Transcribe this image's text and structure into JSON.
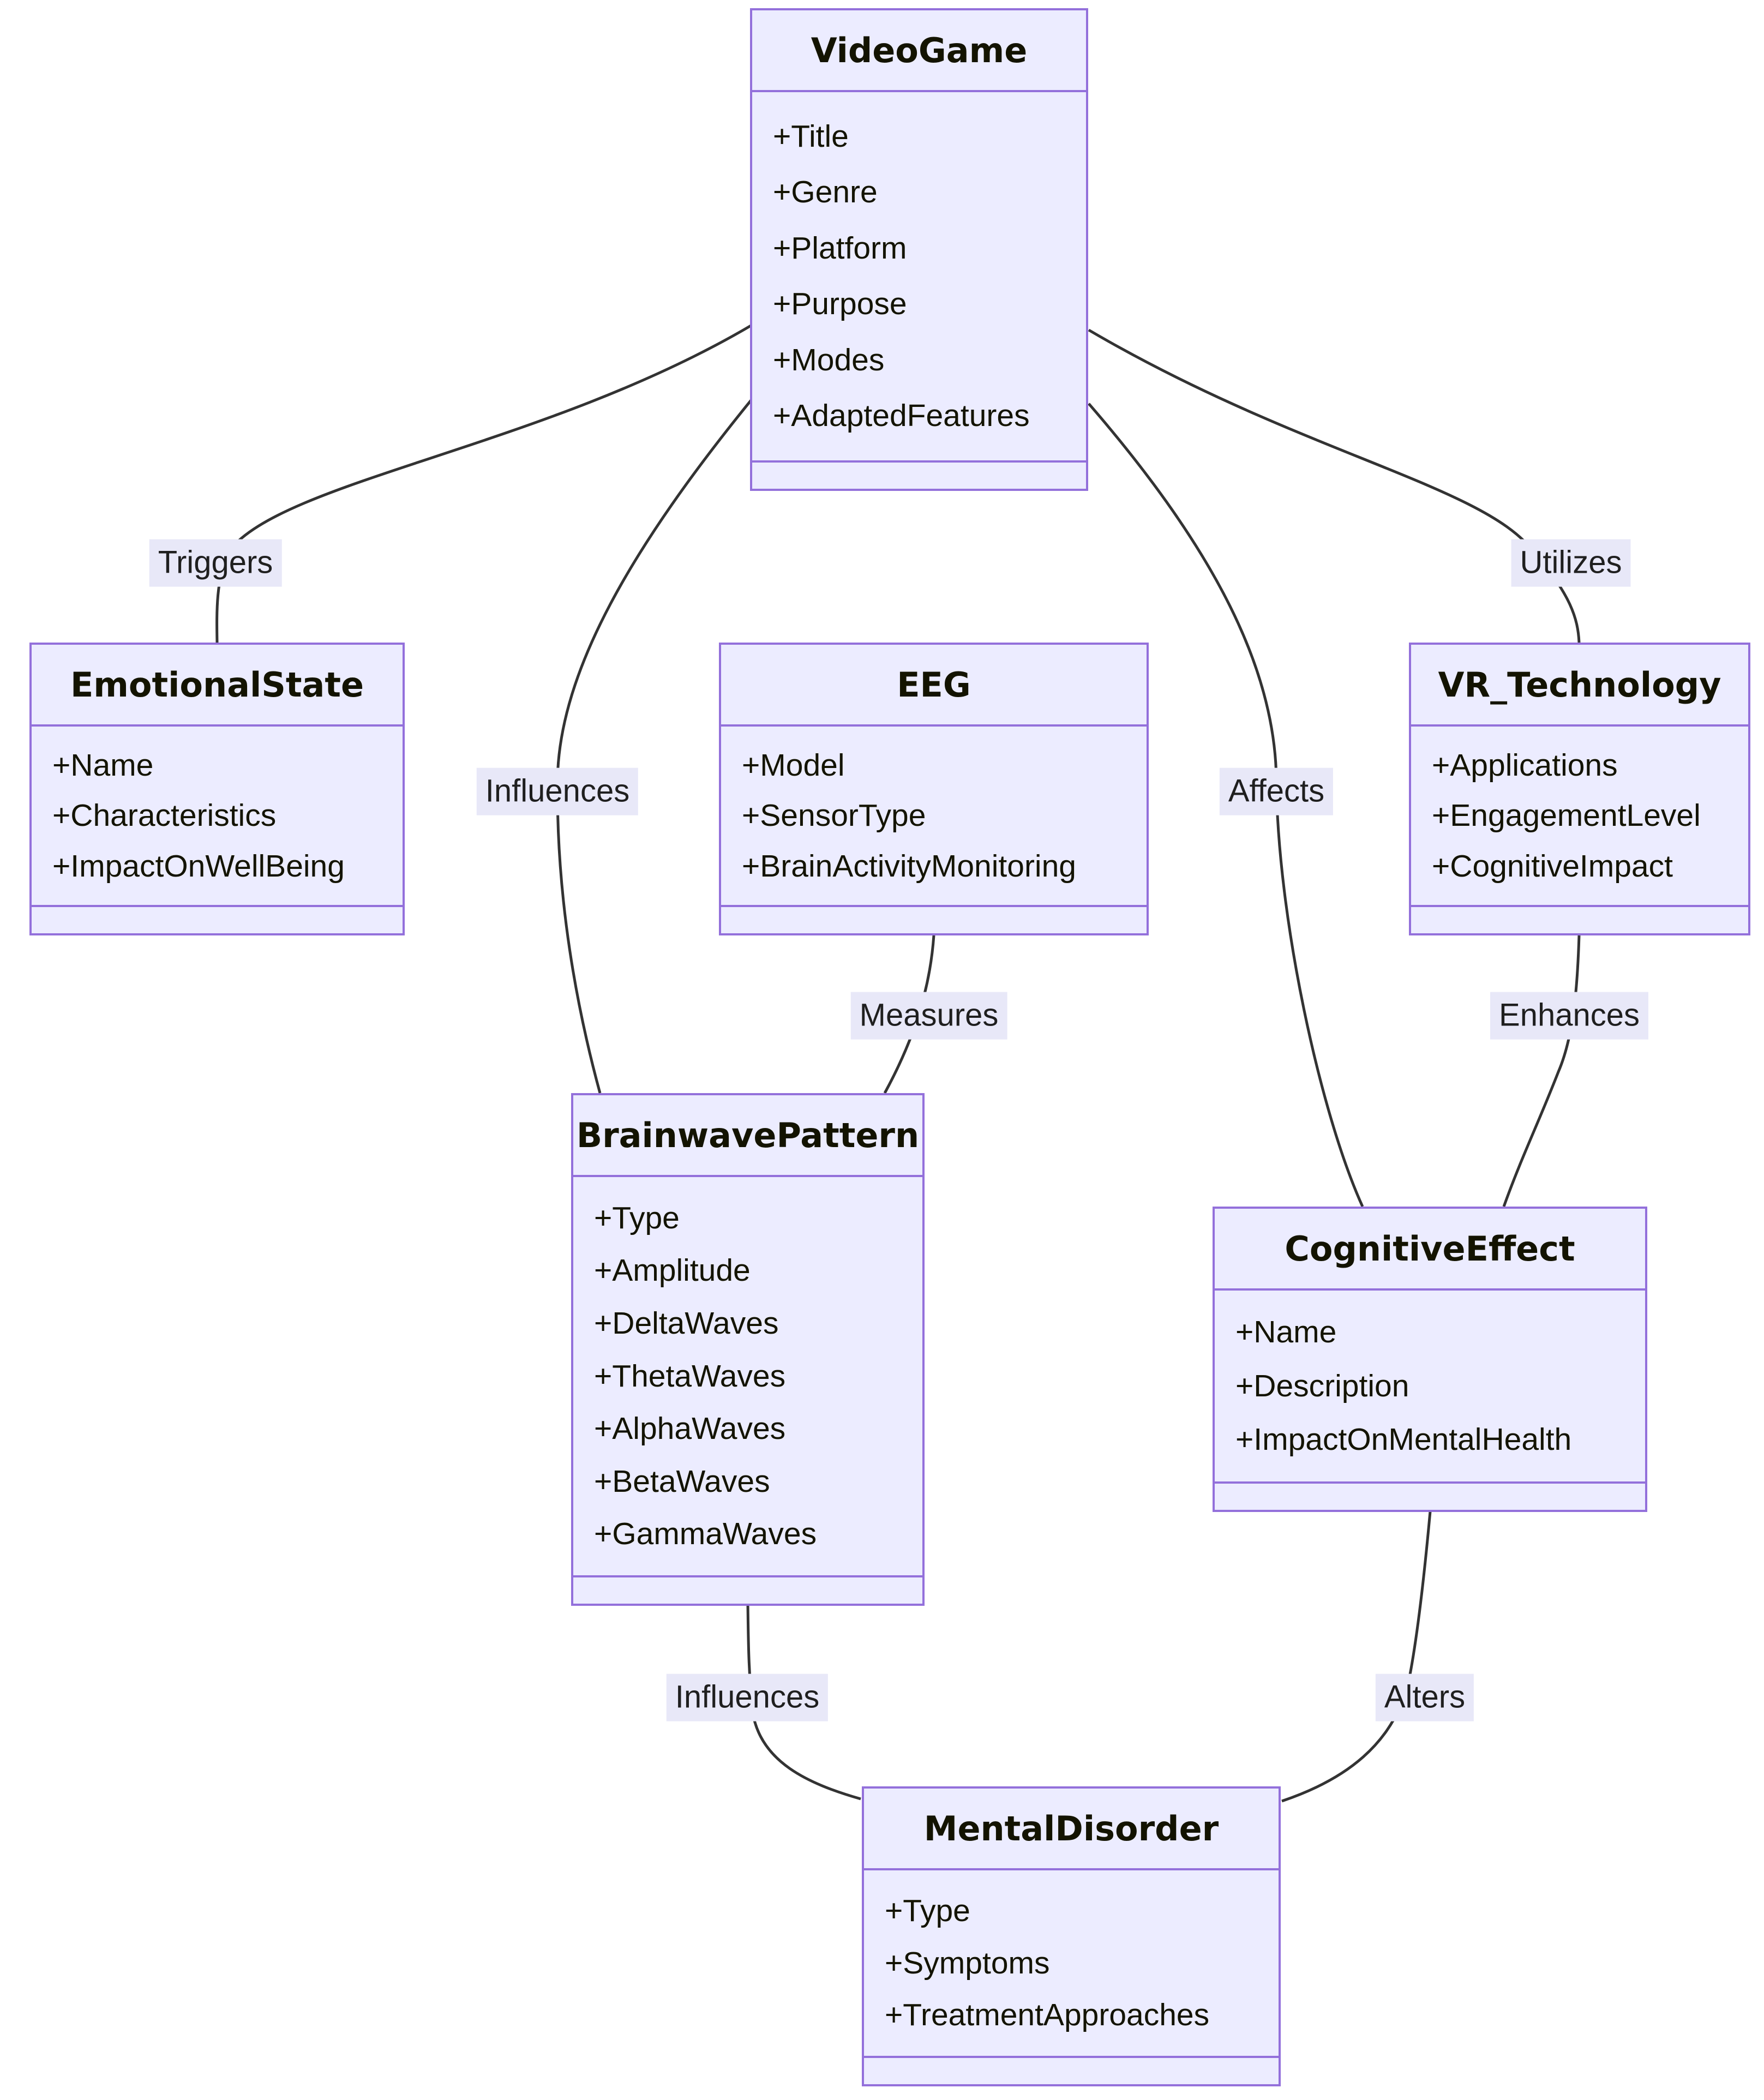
{
  "diagram": {
    "type": "uml-class-diagram",
    "classes": [
      {
        "id": "VideoGame",
        "name": "VideoGame",
        "attributes": [
          "+Title",
          "+Genre",
          "+Platform",
          "+Purpose",
          "+Modes",
          "+AdaptedFeatures"
        ]
      },
      {
        "id": "EmotionalState",
        "name": "EmotionalState",
        "attributes": [
          "+Name",
          "+Characteristics",
          "+ImpactOnWellBeing"
        ]
      },
      {
        "id": "EEG",
        "name": "EEG",
        "attributes": [
          "+Model",
          "+SensorType",
          "+BrainActivityMonitoring"
        ]
      },
      {
        "id": "VR_Technology",
        "name": "VR_Technology",
        "attributes": [
          "+Applications",
          "+EngagementLevel",
          "+CognitiveImpact"
        ]
      },
      {
        "id": "BrainwavePattern",
        "name": "BrainwavePattern",
        "attributes": [
          "+Type",
          "+Amplitude",
          "+DeltaWaves",
          "+ThetaWaves",
          "+AlphaWaves",
          "+BetaWaves",
          "+GammaWaves"
        ]
      },
      {
        "id": "CognitiveEffect",
        "name": "CognitiveEffect",
        "attributes": [
          "+Name",
          "+Description",
          "+ImpactOnMentalHealth"
        ]
      },
      {
        "id": "MentalDisorder",
        "name": "MentalDisorder",
        "attributes": [
          "+Type",
          "+Symptoms",
          "+TreatmentApproaches"
        ]
      }
    ],
    "relations": [
      {
        "from": "VideoGame",
        "to": "EmotionalState",
        "label": "Triggers"
      },
      {
        "from": "VideoGame",
        "to": "BrainwavePattern",
        "label": "Influences"
      },
      {
        "from": "EEG",
        "to": "BrainwavePattern",
        "label": "Measures"
      },
      {
        "from": "VideoGame",
        "to": "CognitiveEffect",
        "label": "Affects"
      },
      {
        "from": "VideoGame",
        "to": "VR_Technology",
        "label": "Utilizes"
      },
      {
        "from": "VR_Technology",
        "to": "CognitiveEffect",
        "label": "Enhances"
      },
      {
        "from": "BrainwavePattern",
        "to": "MentalDisorder",
        "label": "Influences"
      },
      {
        "from": "CognitiveEffect",
        "to": "MentalDisorder",
        "label": "Alters"
      }
    ],
    "colors": {
      "node_fill": "#ECECFF",
      "node_border": "#9370DB",
      "edge_stroke": "#333333",
      "text": "#131300",
      "edge_label_bg": "#e8e8f8"
    }
  }
}
